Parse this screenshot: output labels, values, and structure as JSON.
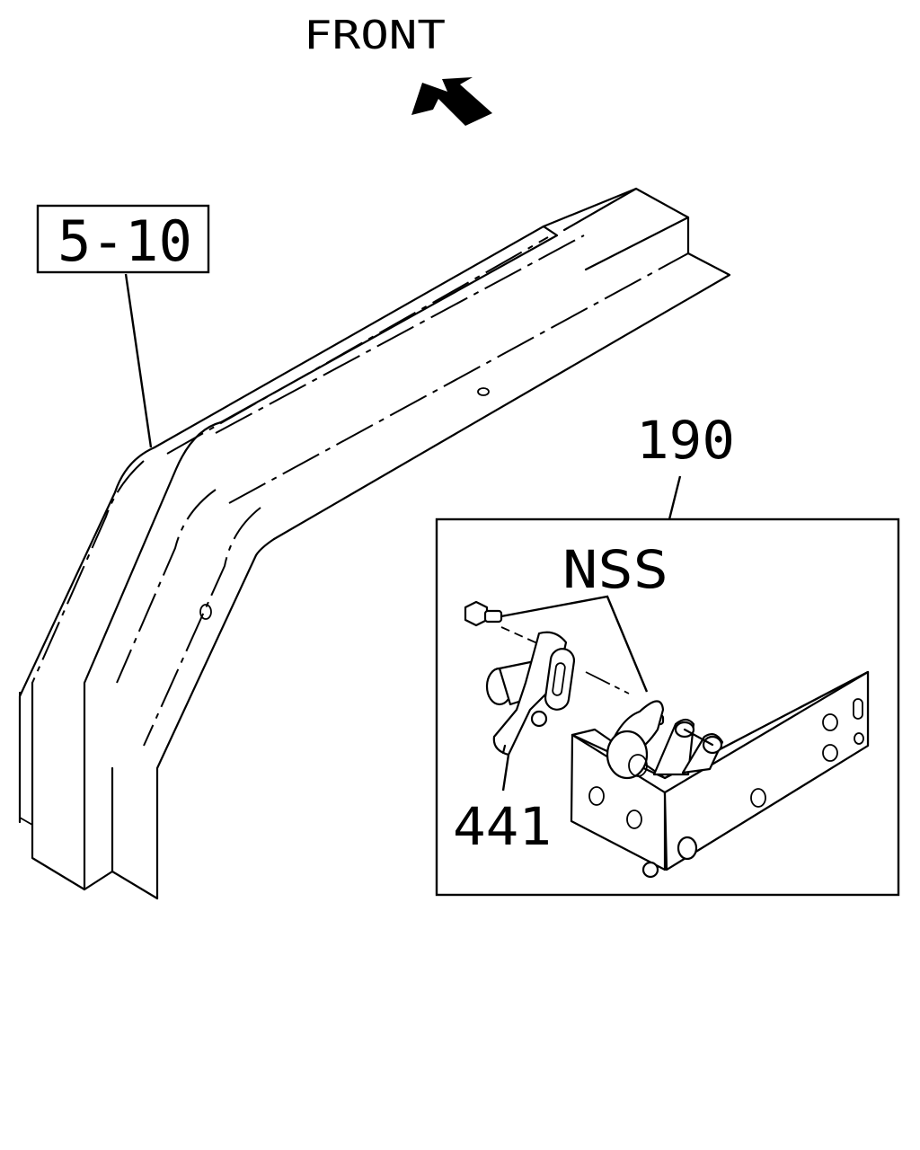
{
  "front_label": "FRONT",
  "callouts": {
    "ref_box": "5-10",
    "assembly": "190",
    "nss": "NSS",
    "part": "441"
  },
  "colors": {
    "line": "#000000",
    "background": "#ffffff"
  },
  "icons": {
    "direction_arrow": "arrow-up-left-icon"
  }
}
